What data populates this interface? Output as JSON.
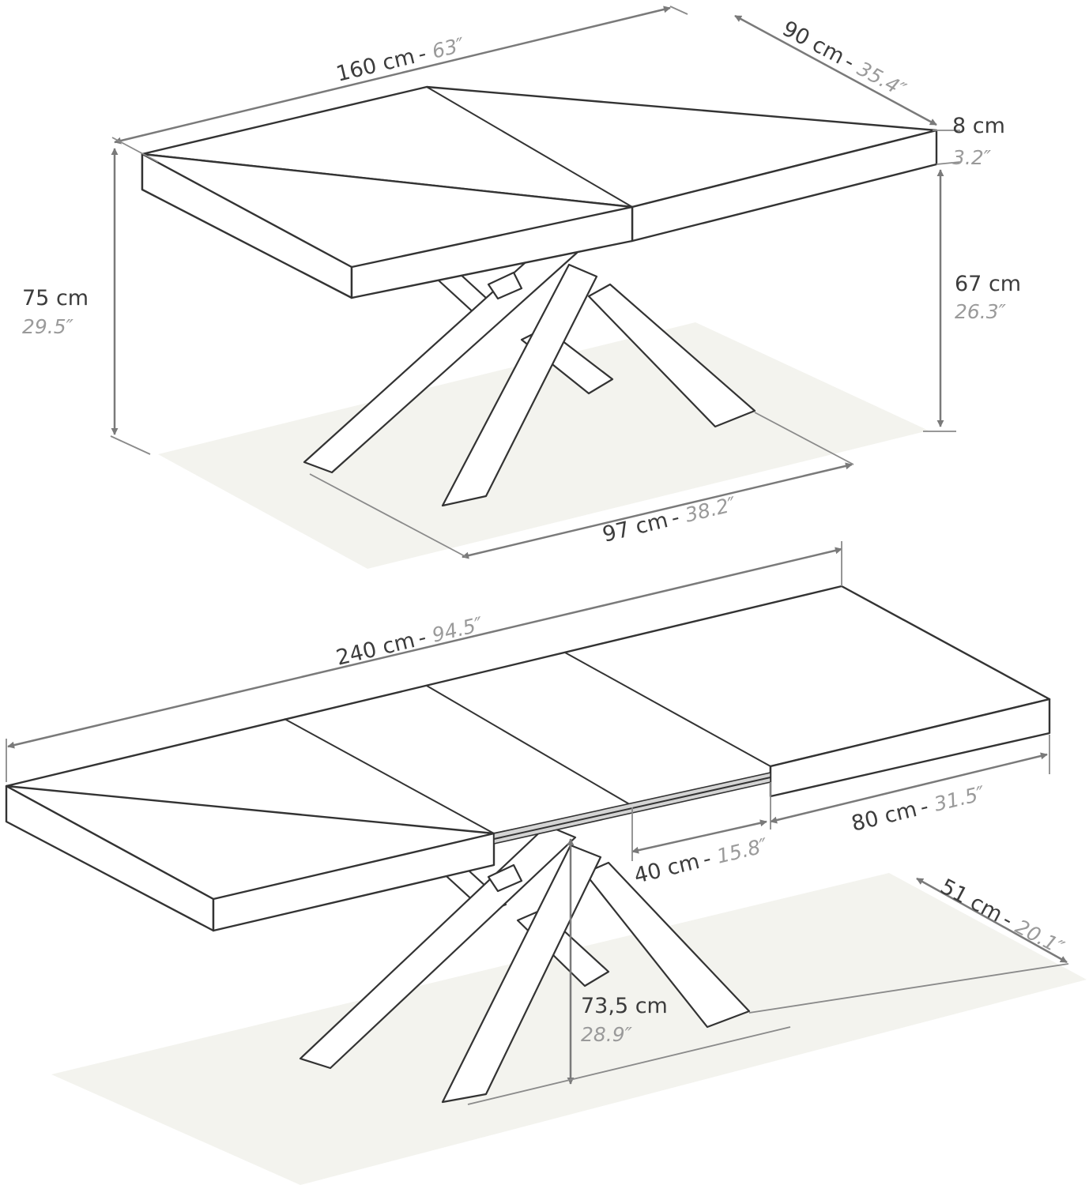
{
  "colors": {
    "dimension_line": "#7a7a7a",
    "metric_text": "#3c3c3c",
    "imperial_text": "#9a9a9a",
    "outline": "#333333",
    "floor_shadow": "#f3f3ee"
  },
  "closed_table": {
    "length": {
      "cm": "160 cm",
      "inch": "63″"
    },
    "depth": {
      "cm": "90 cm",
      "inch": "35.4″"
    },
    "top_thickness": {
      "cm": "8 cm",
      "inch": "3.2″"
    },
    "total_height": {
      "cm": "75 cm",
      "inch": "29.5″"
    },
    "under_top_height": {
      "cm": "67 cm",
      "inch": "26.3″"
    },
    "base_length": {
      "cm": "97 cm",
      "inch": "38.2″"
    }
  },
  "extended_table": {
    "length": {
      "cm": "240 cm",
      "inch": "94.5″"
    },
    "extension": {
      "cm": "80 cm",
      "inch": "31.5″"
    },
    "leaf": {
      "cm": "40 cm",
      "inch": "15.8″"
    },
    "base_depth": {
      "cm": "51 cm",
      "inch": "20.1″"
    },
    "leg_clearance": {
      "cm": "73,5 cm",
      "inch": "28.9″"
    }
  }
}
